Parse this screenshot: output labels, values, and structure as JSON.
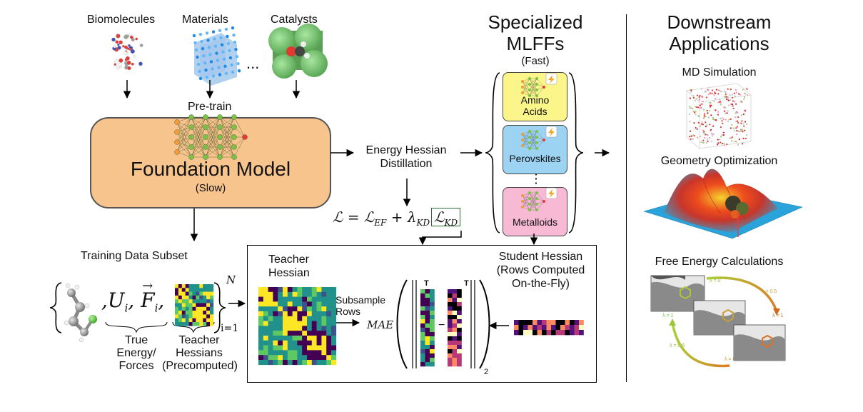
{
  "sources": {
    "biomolecules": "Biomolecules",
    "materials": "Materials",
    "catalysts": "Catalysts",
    "ellipsis": "..."
  },
  "pretrain": "Pre-train",
  "foundation": {
    "title": "Foundation Model",
    "speed": "(Slow)"
  },
  "distillation": {
    "line1": "Energy Hessian",
    "line2": "Distillation"
  },
  "loss": {
    "lhs": "ℒ = ℒ",
    "ef_sub": "EF",
    "plus": " + λ",
    "kd_sub": "KD",
    "boxed": "ℒ",
    "boxed_sub": "KD"
  },
  "specialized": {
    "title1": "Specialized",
    "title2": "MLFFs",
    "speed": "(Fast)",
    "cards": [
      {
        "label1": "Amino",
        "label2": "Acids",
        "color": "#fbf58a"
      },
      {
        "label1": "Perovskites",
        "label2": "",
        "color": "#9cd3f3"
      },
      {
        "label1": "Metalloids",
        "label2": "",
        "color": "#f7b9d4"
      }
    ],
    "vdots": "⋮"
  },
  "downstream": {
    "title1": "Downstream",
    "title2": "Applications",
    "apps": [
      "MD Simulation",
      "Geometry Optimization",
      "Free Energy Calculations"
    ],
    "lambdas": [
      "λ = 0",
      "λ = 0.5",
      "λ = 1",
      "λ = 1",
      "λ = 0.5",
      "λ = 0"
    ]
  },
  "training": {
    "title": "Training Data Subset",
    "sym_u": "U",
    "sym_u_sub": "i",
    "sym_f": "F",
    "sym_f_sub": "i",
    "sup": "N",
    "sub": "i=1",
    "brace1": "True",
    "brace2": "Energy/",
    "brace3": "Forces",
    "hess1": "Teacher",
    "hess2": "Hessians",
    "hess3": "(Precomputed)"
  },
  "box": {
    "teacher1": "Teacher",
    "teacher2": "Hessian",
    "subsample1": "Subsample",
    "subsample2": "Rows",
    "mae": "MAE",
    "t1": "T",
    "t2": "T",
    "minus": "−",
    "norm_sub": "2",
    "student1": "Student Hessian",
    "student2": "(Rows Computed",
    "student3": "On-the-Fly)"
  },
  "colors": {
    "foundation_fill": "#f8c48d",
    "node_orange": "#f29d38",
    "node_green": "#7cc242",
    "node_red": "#e53935",
    "viridis_purple": "#440154",
    "viridis_teal": "#21918c",
    "viridis_green": "#5ec962",
    "viridis_yellow": "#fde725"
  }
}
